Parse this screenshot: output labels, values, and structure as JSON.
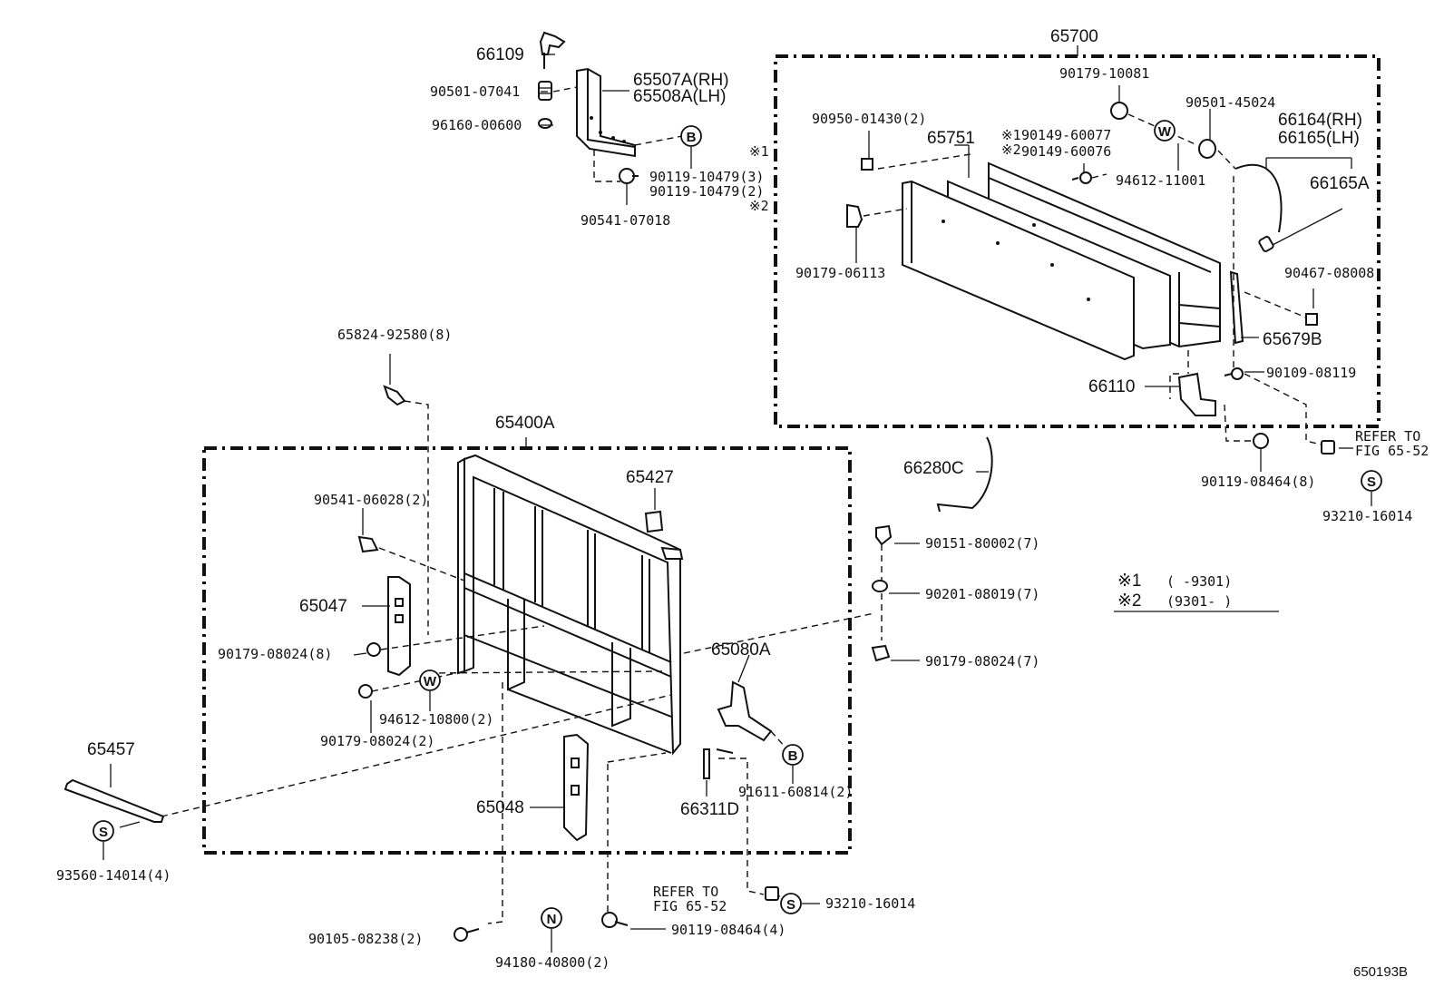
{
  "labels": {
    "l66109": "66109",
    "l90501_07041": "90501-07041",
    "l96160": "96160-00600",
    "l65507A": "65507A(RH)",
    "l65508A": "65508A(LH)",
    "l90119_10479_3": "90119-10479(3)",
    "l90119_10479_2": "90119-10479(2)",
    "l90541_07018": "90541-07018",
    "l65700": "65700",
    "l90179_10081": "90179-10081",
    "l90950": "90950-01430(2)",
    "l65751": "65751",
    "l90149_60077": "90149-60077",
    "l90149_60076": "90149-60076",
    "l90501_45024": "90501-45024",
    "l66164": "66164(RH)",
    "l66165": "66165(LH)",
    "l66165A": "66165A",
    "l94612_11001": "94612-11001",
    "l90179_06113": "90179-06113",
    "l90467": "90467-08008",
    "l65679B": "65679B",
    "l66110": "66110",
    "l90109": "90109-08119",
    "l90119_08464_8": "90119-08464(8)",
    "lRefer1a": "REFER TO",
    "lRefer1b": "FIG 65-52",
    "l93210_a": "93210-16014",
    "l65824": "65824-92580(8)",
    "l65400A": "65400A",
    "l65427": "65427",
    "l66280C": "66280C",
    "l90541_06028": "90541-06028(2)",
    "l90151": "90151-80002(7)",
    "l90201": "90201-08019(7)",
    "l90179_08024_7": "90179-08024(7)",
    "l65047": "65047",
    "l90179_08024_8": "90179-08024(8)",
    "l94612_10800": "94612-10800(2)",
    "l90179_08024_2": "90179-08024(2)",
    "l65080A": "65080A",
    "l91611": "91611-60814(2)",
    "l65457": "65457",
    "l65048": "65048",
    "l66311D": "66311D",
    "l93560": "93560-14014(4)",
    "lRefer2a": "REFER TO",
    "lRefer2b": "FIG 65-52",
    "l93210_b": "93210-16014",
    "l90105": "90105-08238(2)",
    "l90119_08464_4": "90119-08464(4)",
    "l94180": "94180-40800(2)",
    "legend1_mark": "※1",
    "legend1_text": "(    -9301)",
    "legend2_mark": "※2",
    "legend2_text": "(9301-    )",
    "star1_a": "※1",
    "star2_a": "※2",
    "star1_b": "※1",
    "star2_b": "※2",
    "fig_code": "650193B"
  },
  "symbols": {
    "B": "B",
    "W": "W",
    "S": "S",
    "N": "N"
  }
}
